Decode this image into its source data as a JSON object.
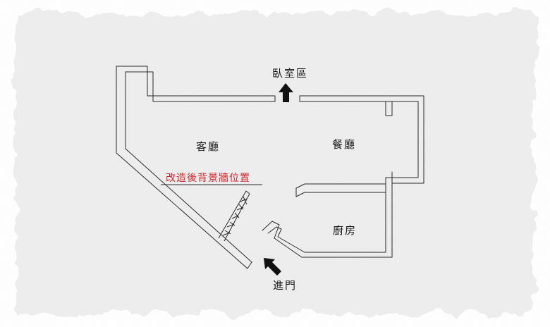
{
  "labels": {
    "bedroom": "臥室區",
    "living_room": "客廳",
    "dining_room": "餐廳",
    "kitchen": "廚房",
    "entrance": "進門",
    "new_wall": "改造後背景牆位置"
  },
  "colors": {
    "ink": "#2a2a2a",
    "annotation": "#d8232a",
    "paper": "#eeeeee"
  },
  "icons": {
    "bedroom_arrow": "arrow-up-icon",
    "entrance_arrow": "arrow-up-left-icon"
  }
}
